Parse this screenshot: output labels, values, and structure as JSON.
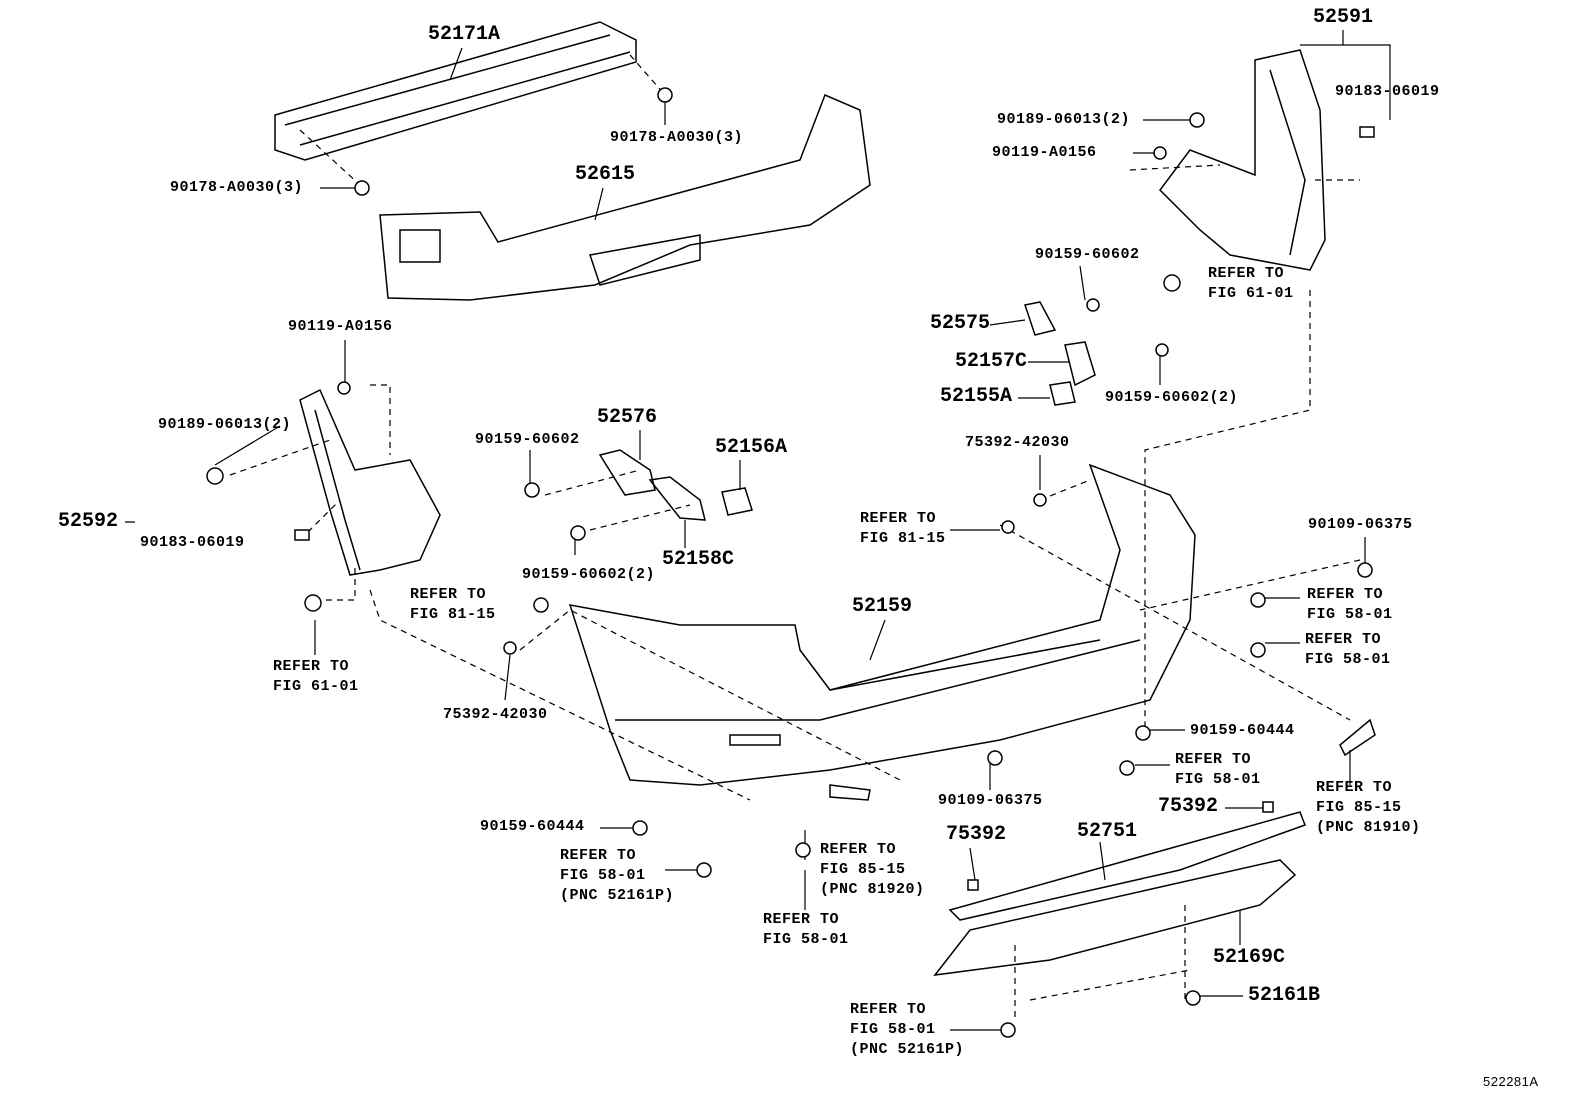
{
  "figure_id": "522281A",
  "labels": [
    {
      "lines": [
        "52171A"
      ]
    },
    {
      "lines": [
        "90178-A0030(3)"
      ]
    },
    {
      "lines": [
        "90178-A0030(3)"
      ]
    },
    {
      "lines": [
        "52615"
      ]
    },
    {
      "lines": [
        "52591"
      ]
    },
    {
      "lines": [
        "90183-06019"
      ]
    },
    {
      "lines": [
        "90189-06013(2)"
      ]
    },
    {
      "lines": [
        "90119-A0156"
      ]
    },
    {
      "lines": [
        "REFER TO",
        "FIG 61-01"
      ]
    },
    {
      "lines": [
        "90159-60602"
      ]
    },
    {
      "lines": [
        "52575"
      ]
    },
    {
      "lines": [
        "52157C"
      ]
    },
    {
      "lines": [
        "52155A"
      ]
    },
    {
      "lines": [
        "90159-60602(2)"
      ]
    },
    {
      "lines": [
        "90119-A0156"
      ]
    },
    {
      "lines": [
        "90189-06013(2)"
      ]
    },
    {
      "lines": [
        "52592"
      ]
    },
    {
      "lines": [
        "90183-06019"
      ]
    },
    {
      "lines": [
        "REFER TO",
        "FIG 61-01"
      ]
    },
    {
      "lines": [
        "90159-60602"
      ]
    },
    {
      "lines": [
        "52576"
      ]
    },
    {
      "lines": [
        "52156A"
      ]
    },
    {
      "lines": [
        "90159-60602(2)"
      ]
    },
    {
      "lines": [
        "52158C"
      ]
    },
    {
      "lines": [
        "75392-42030"
      ]
    },
    {
      "lines": [
        "REFER TO",
        "FIG 81-15"
      ]
    },
    {
      "lines": [
        "90109-06375"
      ]
    },
    {
      "lines": [
        "REFER TO",
        "FIG 58-01"
      ]
    },
    {
      "lines": [
        "REFER TO",
        "FIG 58-01"
      ]
    },
    {
      "lines": [
        "REFER TO",
        "FIG 81-15"
      ]
    },
    {
      "lines": [
        "52159"
      ]
    },
    {
      "lines": [
        "75392-42030"
      ]
    },
    {
      "lines": [
        "90159-60444"
      ]
    },
    {
      "lines": [
        "REFER TO",
        "FIG 58-01"
      ]
    },
    {
      "lines": [
        "75392"
      ]
    },
    {
      "lines": [
        "REFER TO",
        "FIG 85-15",
        "(PNC 81910)"
      ]
    },
    {
      "lines": [
        "90109-06375"
      ]
    },
    {
      "lines": [
        "90159-60444"
      ]
    },
    {
      "lines": [
        "REFER TO",
        "FIG 58-01",
        "(PNC 52161P)"
      ]
    },
    {
      "lines": [
        "REFER TO",
        "FIG 85-15",
        "(PNC 81920)"
      ]
    },
    {
      "lines": [
        "REFER TO",
        "FIG 58-01"
      ]
    },
    {
      "lines": [
        "75392"
      ]
    },
    {
      "lines": [
        "52751"
      ]
    },
    {
      "lines": [
        "52169C"
      ]
    },
    {
      "lines": [
        "52161B"
      ]
    },
    {
      "lines": [
        "REFER TO",
        "FIG 58-01",
        "(PNC 52161P)"
      ]
    }
  ]
}
